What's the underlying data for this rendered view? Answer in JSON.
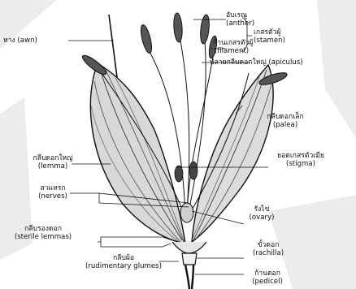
{
  "labels": {
    "awn": {
      "th": "หาง (awn)"
    },
    "anther": {
      "th": "อับเรณู",
      "en": "(anther)"
    },
    "filament": {
      "th": "ก้านเกสรตัวผู้",
      "en": "(filament)"
    },
    "stamen": {
      "th": "เกสรตัวผู้",
      "en": "(stamen)"
    },
    "apiculus": {
      "th": "ปลายกลีบดอกใหญ่ (apiculus)"
    },
    "palea": {
      "th": "กลีบดอกเล็ก",
      "en": "(palea)"
    },
    "lemma": {
      "th": "กลีบดอกใหญ่",
      "en": "(lemma)"
    },
    "stigma": {
      "th": "ยอดเกสรตัวเมีย",
      "en": "(stigma)"
    },
    "nerves": {
      "th": "สาแหรก",
      "en": "(nerves)"
    },
    "ovary": {
      "th": "รังไข่",
      "en": "(ovary)"
    },
    "sterile_lemmas": {
      "th": "กลีบรองดอก",
      "en": "(sterile lemmas)"
    },
    "rachilla": {
      "th": "ขั้วดอก",
      "en": "(rachilla)"
    },
    "rudimentary_glumes": {
      "th": "กลีบผ้อ",
      "en": "(rudimentary glumes)"
    },
    "pedicel": {
      "th": "ก้านดอก",
      "en": "(pedicel)"
    }
  },
  "colors": {
    "ink": "#111111",
    "paper": "#ffffff",
    "watermark": "#e8e8e8"
  }
}
